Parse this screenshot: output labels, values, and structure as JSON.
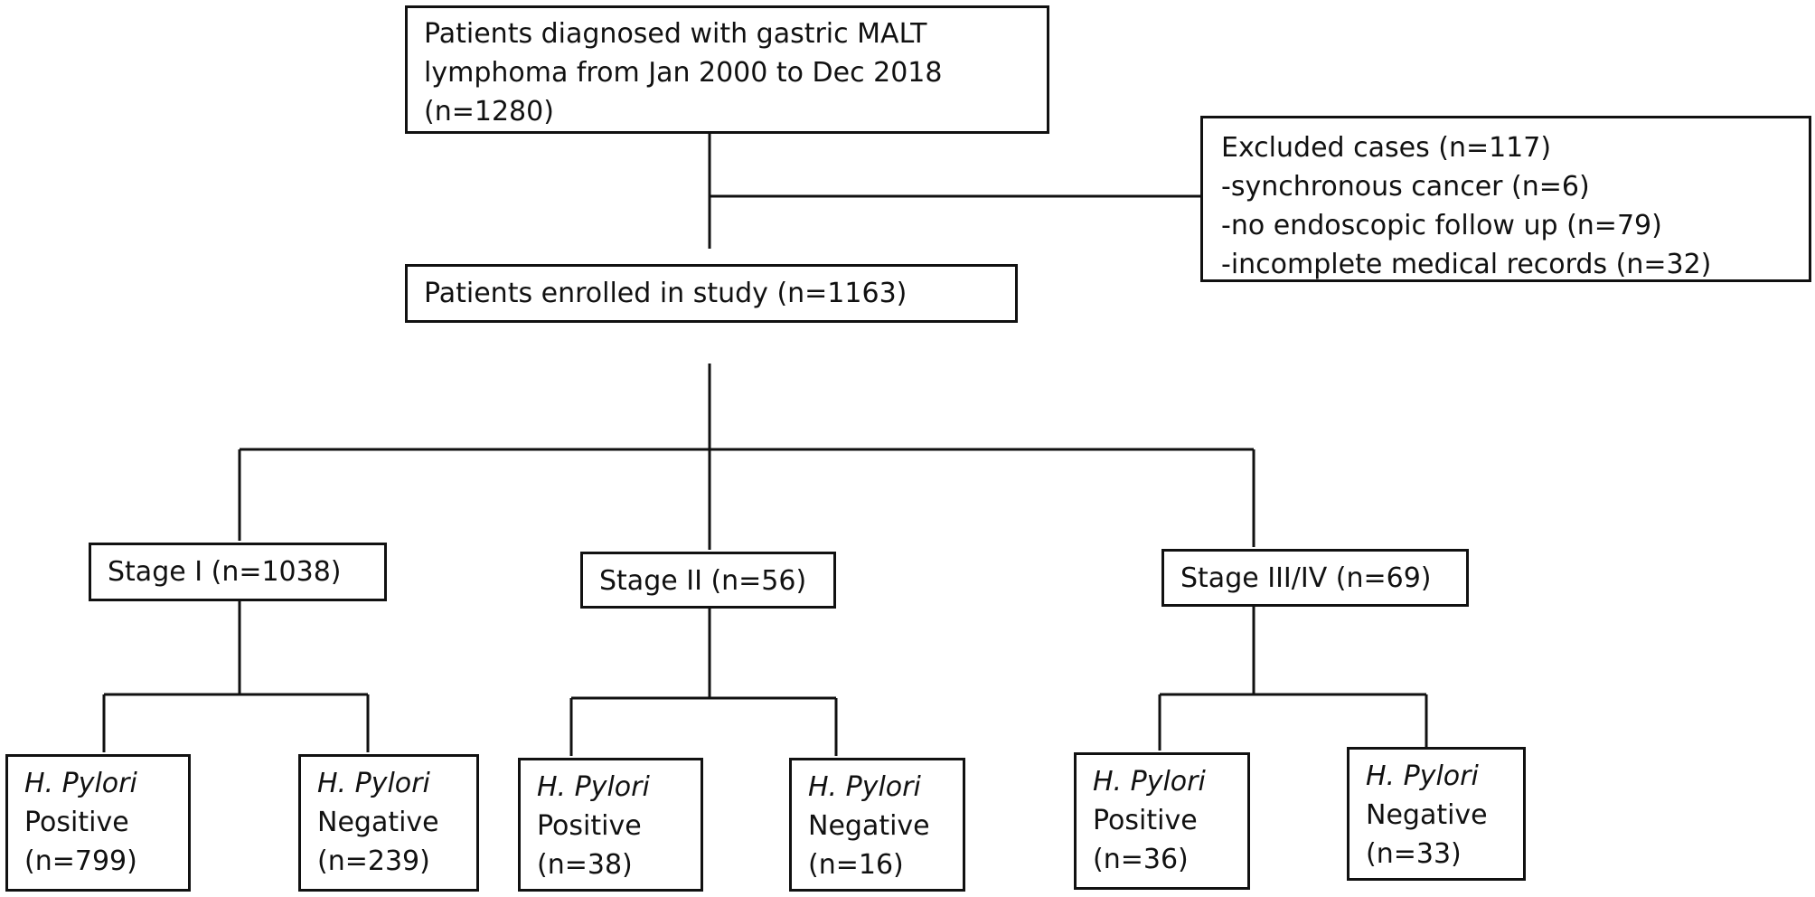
{
  "boxes": {
    "diagnosed": [
      "Patients diagnosed with gastric MALT",
      "lymphoma from Jan 2000 to Dec 2018",
      "(n=1280)"
    ],
    "excluded": [
      "Excluded cases (n=117)",
      "-synchronous cancer (n=6)",
      "-no endoscopic follow up (n=79)",
      "-incomplete medical records (n=32)"
    ],
    "enrolled": "Patients enrolled in study (n=1163)",
    "stages": [
      {
        "label": "Stage I (n=1038)"
      },
      {
        "label": "Stage II (n=56)"
      },
      {
        "label": "Stage III/IV (n=69)"
      }
    ],
    "hp": [
      {
        "organism": "H. Pylori",
        "status": "Positive",
        "count": "(n=799)"
      },
      {
        "organism": "H. Pylori",
        "status": "Negative",
        "count": "(n=239)"
      },
      {
        "organism": "H. Pylori",
        "status": "Positive",
        "count": "(n=38)"
      },
      {
        "organism": "H. Pylori",
        "status": "Negative",
        "count": "(n=16)"
      },
      {
        "organism": "H. Pylori",
        "status": "Positive",
        "count": "(n=36)"
      },
      {
        "organism": "H. Pylori",
        "status": "Negative",
        "count": "(n=33)"
      }
    ]
  }
}
